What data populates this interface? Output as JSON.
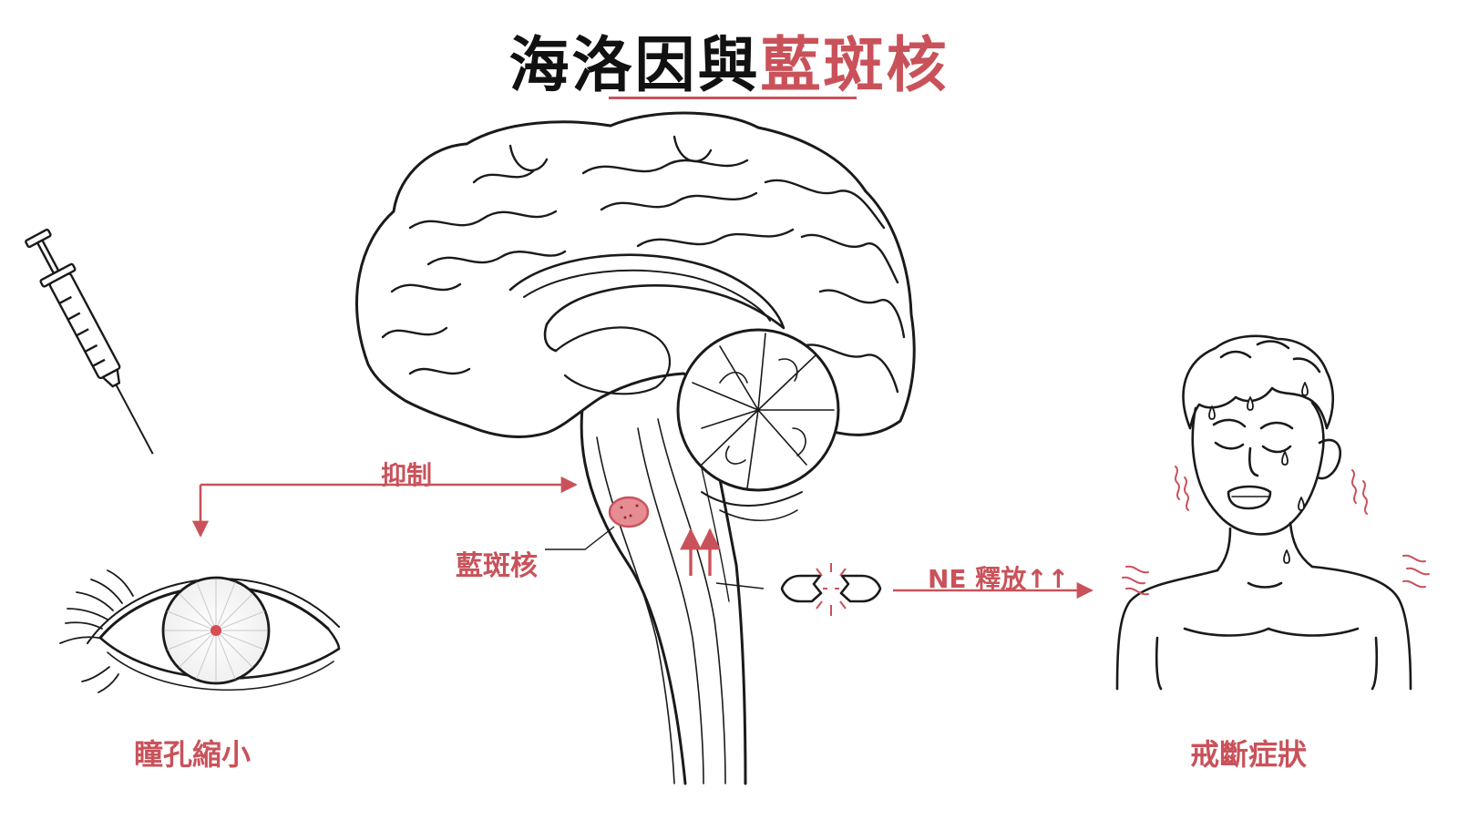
{
  "title": {
    "main": "海洛因與",
    "accent": "藍斑核"
  },
  "labels": {
    "inhibit": "抑制",
    "locus_coeruleus": "藍斑核",
    "ne_release": "NE 釋放↑↑",
    "pupil": "瞳孔縮小",
    "withdrawal": "戒斷症狀"
  },
  "colors": {
    "accent": "#c9525a",
    "ink": "#1a1a1a",
    "background": "#ffffff"
  },
  "icons": [
    "syringe-icon",
    "brain-illustration",
    "eye-illustration",
    "capsule-icon",
    "sweating-man-illustration"
  ]
}
